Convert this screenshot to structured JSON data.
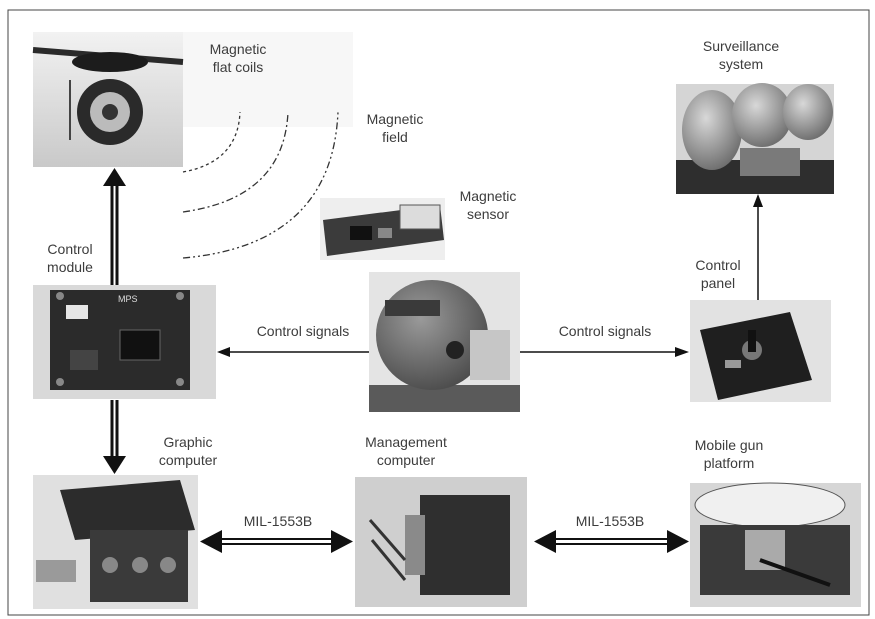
{
  "labels": {
    "magnetic_flat_coils": "Magnetic\nflat coils",
    "magnetic_field": "Magnetic\nfield",
    "magnetic_sensor": "Magnetic\nsensor",
    "surveillance_system": "Surveillance\nsystem",
    "control_module": "Control\nmodule",
    "control_panel": "Control\npanel",
    "control_signals_left": "Control signals",
    "control_signals_right": "Control signals",
    "graphic_computer": "Graphic\ncomputer",
    "management_computer": "Management\ncomputer",
    "mobile_gun_platform": "Mobile gun\nplatform",
    "mil_left": "MIL-1553B",
    "mil_right": "MIL-1553B"
  },
  "photos": {
    "coils": "magnetic-coils-photo",
    "sensor": "magnetic-sensor-photo",
    "surveillance": "surveillance-camera-photo",
    "control_module": "control-module-board-photo",
    "helmet": "pilot-helmet-photo",
    "control_panel": "joystick-control-panel-photo",
    "graphic_computer": "graphic-computer-photo",
    "management_computer": "management-computer-photo",
    "gun_platform": "mobile-gun-platform-photo"
  }
}
